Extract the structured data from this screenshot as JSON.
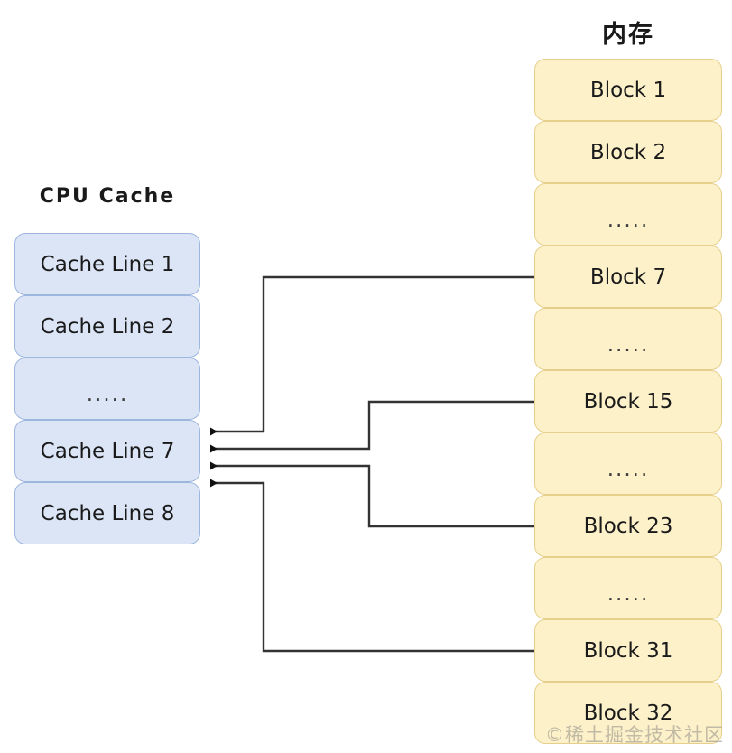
{
  "diagram": {
    "title_cache": "CPU Cache",
    "title_memory": "内存",
    "watermark": "©稀土掘金技术社区"
  },
  "colors": {
    "cache_fill": "#dbe5f6",
    "cache_border": "#9db6de",
    "memory_fill": "#fdf1ca",
    "memory_border": "#e6cf8a",
    "connector": "#333333",
    "background": "#ffffff",
    "text": "#1a1a1a"
  },
  "cache": {
    "label": "CPU Cache",
    "lines": [
      {
        "label": "Cache Line 1",
        "is_ellipsis": false
      },
      {
        "label": "Cache Line 2",
        "is_ellipsis": false
      },
      {
        "label": ".....",
        "is_ellipsis": true
      },
      {
        "label": "Cache Line 7",
        "is_ellipsis": false
      },
      {
        "label": "Cache Line 8",
        "is_ellipsis": false
      }
    ]
  },
  "memory": {
    "label": "内存",
    "blocks": [
      {
        "label": "Block 1",
        "is_ellipsis": false
      },
      {
        "label": "Block 2",
        "is_ellipsis": false
      },
      {
        "label": ".....",
        "is_ellipsis": true
      },
      {
        "label": "Block 7",
        "is_ellipsis": false
      },
      {
        "label": ".....",
        "is_ellipsis": true
      },
      {
        "label": "Block 15",
        "is_ellipsis": false
      },
      {
        "label": ".....",
        "is_ellipsis": true
      },
      {
        "label": "Block 23",
        "is_ellipsis": false
      },
      {
        "label": ".....",
        "is_ellipsis": true
      },
      {
        "label": "Block 31",
        "is_ellipsis": false
      },
      {
        "label": "Block 32",
        "is_ellipsis": false
      }
    ]
  },
  "mappings": [
    {
      "from_block": "Block 7",
      "to_cache_line": "Cache Line 7"
    },
    {
      "from_block": "Block 15",
      "to_cache_line": "Cache Line 7"
    },
    {
      "from_block": "Block 23",
      "to_cache_line": "Cache Line 7"
    },
    {
      "from_block": "Block 31",
      "to_cache_line": "Cache Line 7"
    }
  ]
}
